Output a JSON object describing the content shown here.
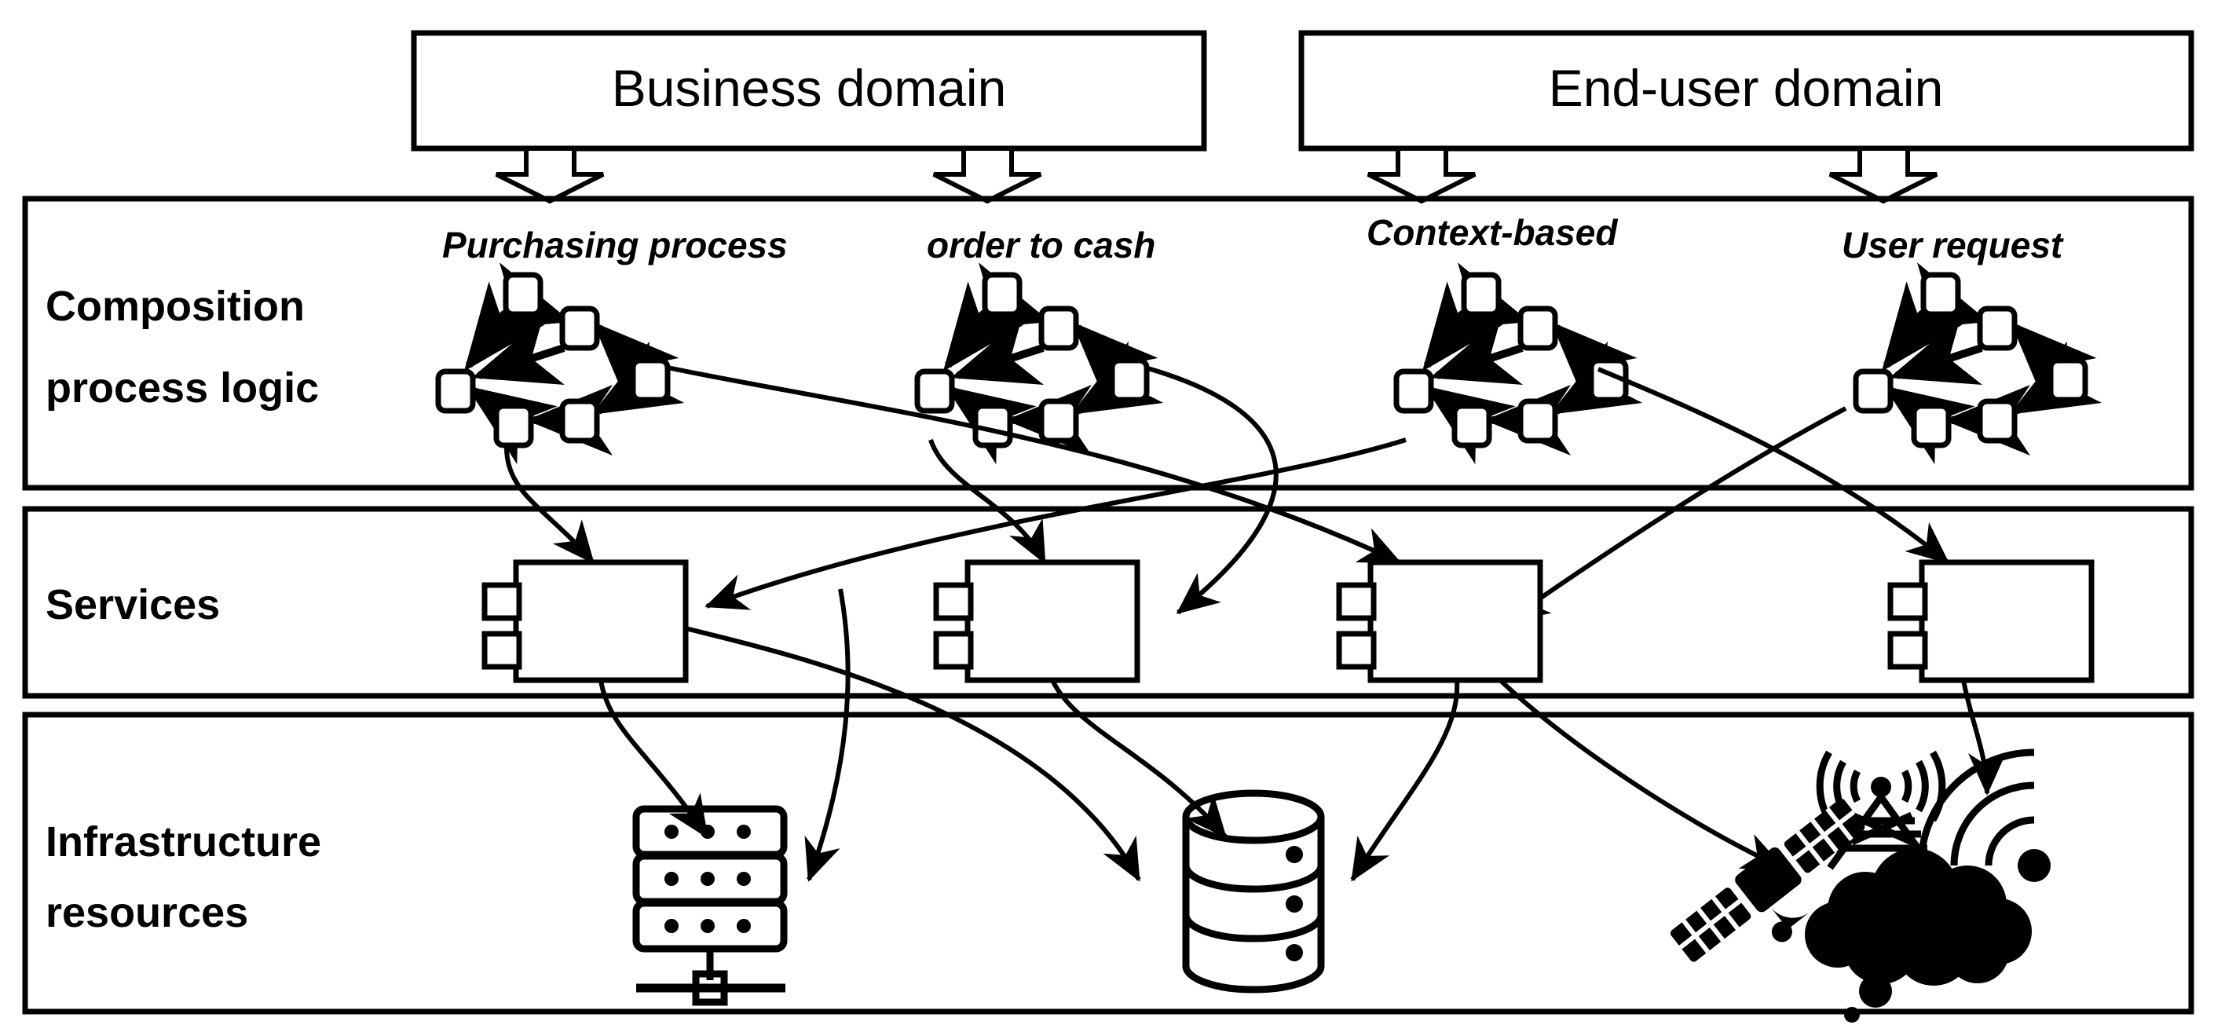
{
  "diagram": {
    "title_domains": [
      {
        "id": "business-domain",
        "label": "Business domain"
      },
      {
        "id": "end-user-domain",
        "label": "End-user domain"
      }
    ],
    "layers": [
      {
        "id": "composition-process-logic",
        "label_line1": "Composition",
        "label_line2": "process logic"
      },
      {
        "id": "services",
        "label_line1": "Services",
        "label_line2": ""
      },
      {
        "id": "infrastructure-resources",
        "label_line1": "Infrastructure",
        "label_line2": "resources"
      }
    ],
    "processes": [
      {
        "id": "purchasing-process",
        "label": "Purchasing process",
        "domain": "business-domain"
      },
      {
        "id": "order-to-cash",
        "label": "order to cash",
        "domain": "business-domain"
      },
      {
        "id": "context-based",
        "label": "Context-based",
        "domain": "end-user-domain"
      },
      {
        "id": "user-request",
        "label": "User request",
        "domain": "end-user-domain"
      }
    ],
    "services": [
      {
        "id": "service-1",
        "label": ""
      },
      {
        "id": "service-2",
        "label": ""
      },
      {
        "id": "service-3",
        "label": ""
      },
      {
        "id": "service-4",
        "label": ""
      }
    ],
    "infrastructure": [
      {
        "id": "server-rack-icon",
        "label": ""
      },
      {
        "id": "database-cylinder-icon",
        "label": ""
      },
      {
        "id": "satellite-icon",
        "label": ""
      },
      {
        "id": "radio-tower-icon",
        "label": ""
      },
      {
        "id": "wifi-signal-icon",
        "label": ""
      },
      {
        "id": "cloud-icon",
        "label": ""
      }
    ],
    "colors": {
      "stroke": "#000000",
      "background": "#ffffff"
    }
  }
}
